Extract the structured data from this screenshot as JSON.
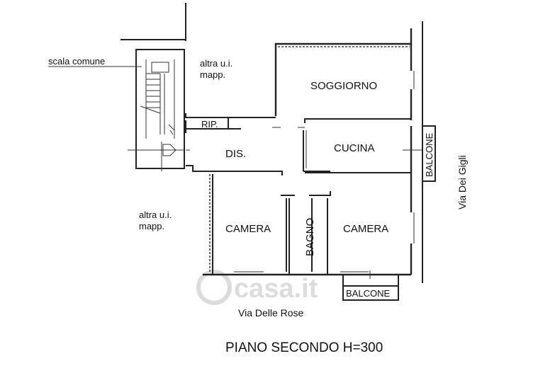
{
  "labels": {
    "scala_comune": "scala comune",
    "altra_ui_top_1": "altra u.i.",
    "altra_ui_top_2": "mapp.",
    "altra_ui_left_1": "altra u.i.",
    "altra_ui_left_2": "mapp.",
    "soggiorno": "SOGGIORNO",
    "rip": "RIP.",
    "dis": "DIS.",
    "cucina": "CUCINA",
    "camera_left": "CAMERA",
    "bagno": "BAGNO",
    "camera_right": "CAMERA",
    "balcone_side": "BALCONE",
    "balcone_bottom": "BALCONE",
    "via_dei_gigli": "Via Dei Gigli",
    "via_delle_rose": "Via Delle Rose",
    "title": "PIANO SECONDO H=300",
    "watermark": "casa.it"
  },
  "colors": {
    "line": "#222222",
    "watermark": "#d9d9d9"
  }
}
